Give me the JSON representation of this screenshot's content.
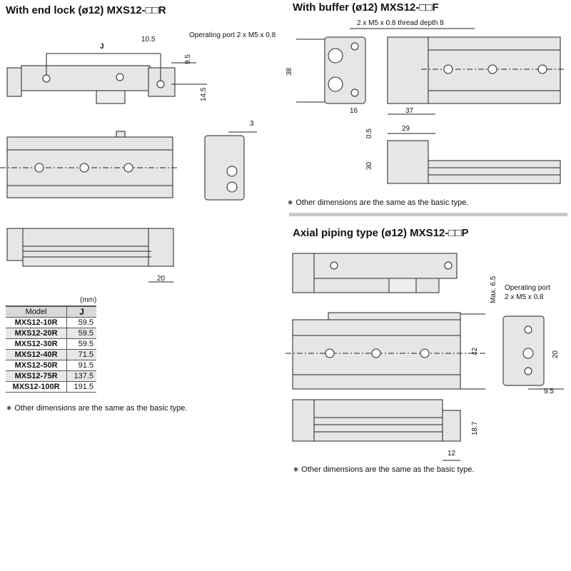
{
  "sections": {
    "end_lock": {
      "title": "With end lock (ø12) MXS12-□□R",
      "dims": {
        "j": "J",
        "d10_5": "10.5",
        "port": "Operating port 2 x M5 x 0.8",
        "d9_5": "9.5",
        "d14_5": "14.5",
        "d3": "3",
        "d20": "20"
      },
      "table": {
        "unit": "(mm)",
        "headers": [
          "Model",
          "J"
        ],
        "rows": [
          {
            "model": "MXS12-10R",
            "j": "59.5"
          },
          {
            "model": "MXS12-20R",
            "j": "59.5"
          },
          {
            "model": "MXS12-30R",
            "j": "59.5"
          },
          {
            "model": "MXS12-40R",
            "j": "71.5"
          },
          {
            "model": "MXS12-50R",
            "j": "91.5"
          },
          {
            "model": "MXS12-75R",
            "j": "137.5"
          },
          {
            "model": "MXS12-100R",
            "j": "191.5"
          }
        ]
      },
      "note": "∗ Other dimensions are the same as the basic type."
    },
    "buffer": {
      "title": "With buffer (ø12) MXS12-□□F",
      "dims": {
        "thread": "2 x M5 x 0.8 thread depth 8",
        "d38": "38",
        "d16": "16",
        "d37": "37",
        "d29": "29",
        "d0_5": "0.5",
        "d30": "30"
      },
      "note": "∗ Other dimensions are the same as the basic type."
    },
    "axial": {
      "title": "Axial piping type (ø12) MXS12-□□P",
      "dims": {
        "max": "Max. 6.5",
        "port1": "Operating port",
        "port2": "2 x M5 x 0.8",
        "d42": "42",
        "d20": "20",
        "d9_5": "9.5",
        "d18_7": "18.7",
        "d12": "12"
      },
      "note": "∗ Other dimensions are the same as the basic type."
    }
  }
}
